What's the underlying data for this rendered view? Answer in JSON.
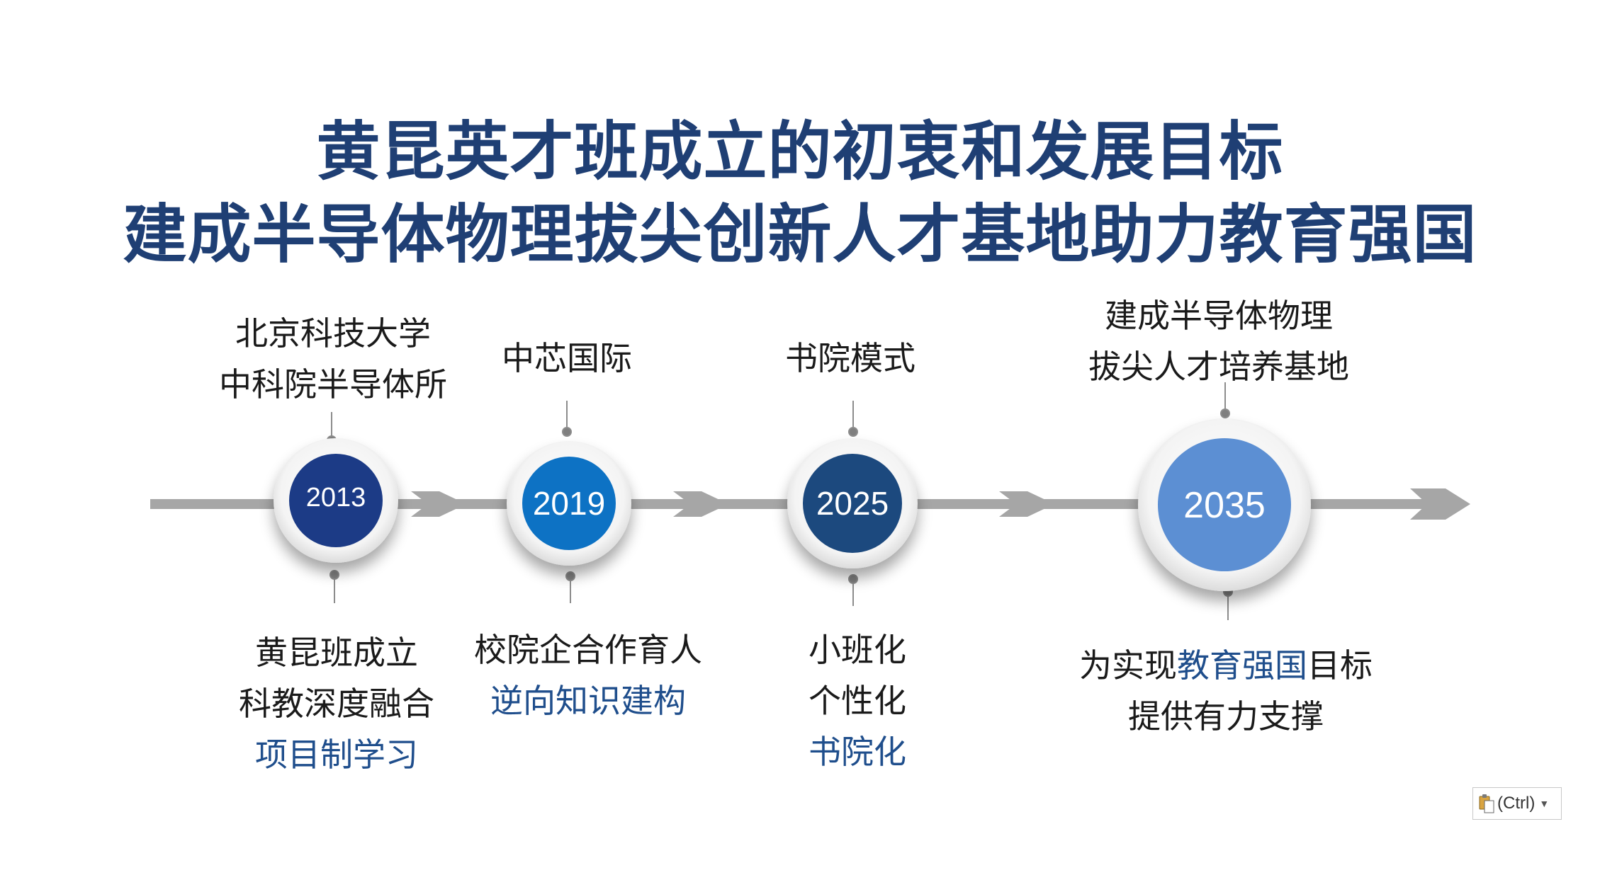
{
  "title": {
    "line1": "黄昆英才班成立的初衷和发展目标",
    "line2": "建成半导体物理拔尖创新人才基地助力教育强国"
  },
  "colors": {
    "title": "#1f3f74",
    "axis": "#a6a6a6",
    "node_2013": "#1b3a86",
    "node_2019": "#1072c4",
    "node_2025": "#1f4a7e",
    "node_2035": "#5b8fd3",
    "highlight_text": "#1f4e8c"
  },
  "milestones": [
    {
      "year": "2013",
      "top": [
        "北京科技大学",
        "中科院半导体所"
      ],
      "bottom": [
        "黄昆班成立",
        "科教深度融合"
      ],
      "bottom_highlight": [
        "项目制学习"
      ]
    },
    {
      "year": "2019",
      "top": [
        "中芯国际"
      ],
      "bottom": [
        "校院企合作育人"
      ],
      "bottom_highlight": [
        "逆向知识建构"
      ]
    },
    {
      "year": "2025",
      "top": [
        "书院模式"
      ],
      "bottom": [
        "小班化",
        "个性化"
      ],
      "bottom_highlight": [
        "书院化"
      ]
    },
    {
      "year": "2035",
      "top": [
        "建成半导体物理",
        "拔尖人才培养基地"
      ],
      "bottom_line1_pre": "为实现",
      "bottom_line1_highlight": "教育强国",
      "bottom_line1_post": "目标",
      "bottom_line2": "提供有力支撑"
    }
  ],
  "paste_options": {
    "label": "(Ctrl)",
    "icon": "clipboard-icon"
  }
}
